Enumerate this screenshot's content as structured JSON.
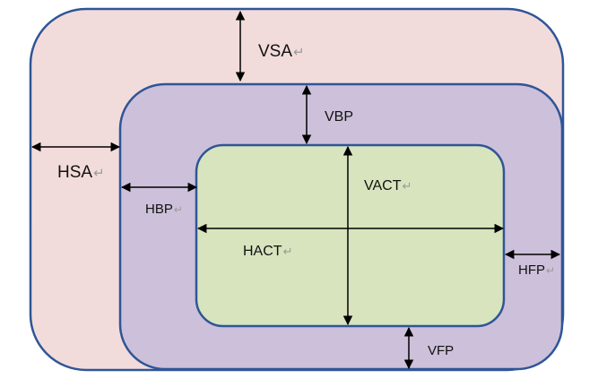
{
  "colors": {
    "sync_region_fill": "#f2dcdb",
    "porch_region_fill": "#ccc0da",
    "active_region_fill": "#d7e4bd",
    "border": "#2f5597",
    "arrow": "#000000"
  },
  "labels": {
    "vsa": "VSA",
    "vbp": "VBP",
    "hsa": "HSA",
    "hbp": "HBP",
    "vact": "VACT",
    "hact": "HACT",
    "hfp": "HFP",
    "vfp": "VFP"
  },
  "paragraph_mark": "↵"
}
